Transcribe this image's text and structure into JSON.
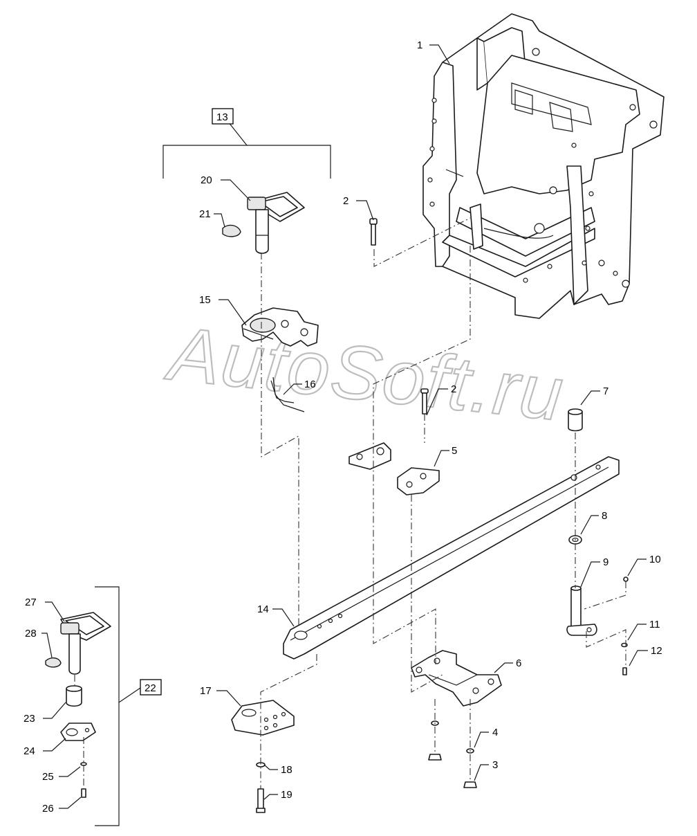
{
  "diagram": {
    "watermark": "AutoSoft.ru",
    "callouts": [
      {
        "id": "c1",
        "label": "1"
      },
      {
        "id": "c2a",
        "label": "2"
      },
      {
        "id": "c2b",
        "label": "2"
      },
      {
        "id": "c3",
        "label": "3"
      },
      {
        "id": "c4",
        "label": "4"
      },
      {
        "id": "c5",
        "label": "5"
      },
      {
        "id": "c6",
        "label": "6"
      },
      {
        "id": "c7",
        "label": "7"
      },
      {
        "id": "c8",
        "label": "8"
      },
      {
        "id": "c9",
        "label": "9"
      },
      {
        "id": "c10",
        "label": "10"
      },
      {
        "id": "c11",
        "label": "11"
      },
      {
        "id": "c12",
        "label": "12"
      },
      {
        "id": "c14",
        "label": "14"
      },
      {
        "id": "c15",
        "label": "15"
      },
      {
        "id": "c16",
        "label": "16"
      },
      {
        "id": "c17",
        "label": "17"
      },
      {
        "id": "c18",
        "label": "18"
      },
      {
        "id": "c19",
        "label": "19"
      },
      {
        "id": "c20",
        "label": "20"
      },
      {
        "id": "c21",
        "label": "21"
      },
      {
        "id": "c23",
        "label": "23"
      },
      {
        "id": "c24",
        "label": "24"
      },
      {
        "id": "c25",
        "label": "25"
      },
      {
        "id": "c26",
        "label": "26"
      },
      {
        "id": "c27",
        "label": "27"
      },
      {
        "id": "c28",
        "label": "28"
      }
    ],
    "assemblies": [
      {
        "id": "a13",
        "label": "13"
      },
      {
        "id": "a22",
        "label": "22"
      }
    ]
  }
}
